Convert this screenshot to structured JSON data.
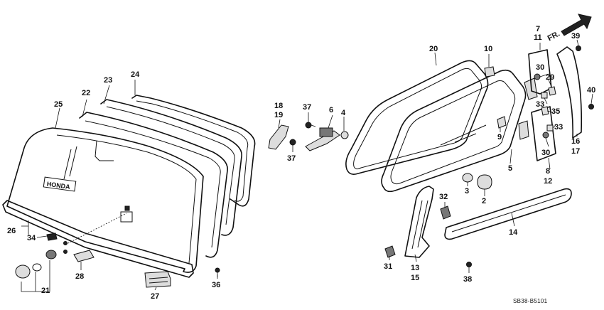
{
  "diagram": {
    "front_arrow_label": "FR.",
    "emblem_text": "HONDA",
    "diagram_code": "SB38-B5101",
    "callouts": [
      {
        "id": "25",
        "text": "25"
      },
      {
        "id": "22",
        "text": "22"
      },
      {
        "id": "23",
        "text": "23"
      },
      {
        "id": "24",
        "text": "24"
      },
      {
        "id": "26",
        "text": "26"
      },
      {
        "id": "34",
        "text": "34"
      },
      {
        "id": "21",
        "text": "21"
      },
      {
        "id": "28",
        "text": "28"
      },
      {
        "id": "27",
        "text": "27"
      },
      {
        "id": "36",
        "text": "36"
      },
      {
        "id": "18",
        "text": "18"
      },
      {
        "id": "19",
        "text": "19"
      },
      {
        "id": "37a",
        "text": "37"
      },
      {
        "id": "37b",
        "text": "37"
      },
      {
        "id": "6",
        "text": "6"
      },
      {
        "id": "4",
        "text": "4"
      },
      {
        "id": "20",
        "text": "20"
      },
      {
        "id": "10",
        "text": "10"
      },
      {
        "id": "9",
        "text": "9"
      },
      {
        "id": "5",
        "text": "5"
      },
      {
        "id": "3",
        "text": "3"
      },
      {
        "id": "2",
        "text": "2"
      },
      {
        "id": "7",
        "text": "7"
      },
      {
        "id": "11",
        "text": "11"
      },
      {
        "id": "39",
        "text": "39"
      },
      {
        "id": "30a",
        "text": "30"
      },
      {
        "id": "29",
        "text": "29"
      },
      {
        "id": "33a",
        "text": "33"
      },
      {
        "id": "35",
        "text": "35"
      },
      {
        "id": "33b",
        "text": "33"
      },
      {
        "id": "30b",
        "text": "30"
      },
      {
        "id": "8",
        "text": "8"
      },
      {
        "id": "12",
        "text": "12"
      },
      {
        "id": "40",
        "text": "40"
      },
      {
        "id": "16",
        "text": "16"
      },
      {
        "id": "17",
        "text": "17"
      },
      {
        "id": "32",
        "text": "32"
      },
      {
        "id": "14",
        "text": "14"
      },
      {
        "id": "31",
        "text": "31"
      },
      {
        "id": "13",
        "text": "13"
      },
      {
        "id": "15",
        "text": "15"
      },
      {
        "id": "38",
        "text": "38"
      }
    ]
  }
}
